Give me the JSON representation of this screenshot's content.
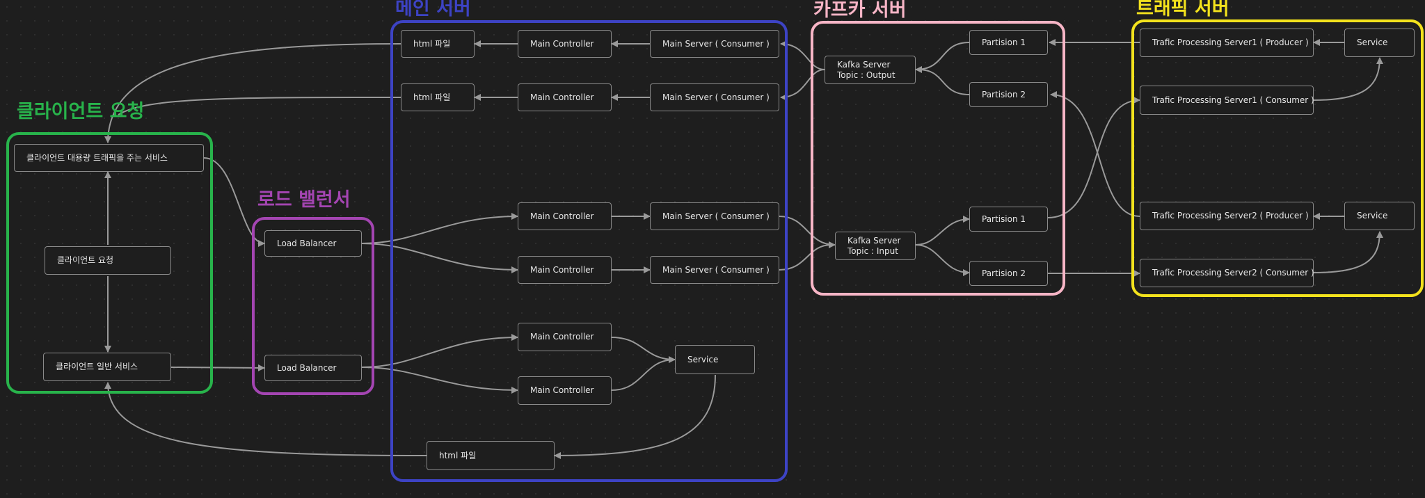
{
  "groups": {
    "client": {
      "title": "클라이언트 요청",
      "color": "#28b34b"
    },
    "lb": {
      "title": "로드 밸런서",
      "color": "#a445b2"
    },
    "main": {
      "title": "메인 서버",
      "color": "#3d43c4"
    },
    "kafka": {
      "title": "카프카 서버",
      "color": "#f7b5c6"
    },
    "traffic": {
      "title": "트래픽 서버",
      "color": "#f3e21d"
    }
  },
  "nodes": {
    "client_big": "클라이언트 대용량 트래픽을 주는 서비스",
    "client_req": "클라이언트 요청",
    "client_normal": "클라이언트 일반 서비스",
    "lb1": "Load Balancer",
    "lb2": "Load Balancer",
    "html1": "html 파일",
    "html2": "html 파일",
    "html3": "html 파일",
    "mc1": "Main Controller",
    "mc2": "Main Controller",
    "mc3": "Main Controller",
    "mc4": "Main Controller",
    "mc5": "Main Controller",
    "mc6": "Main Controller",
    "ms1": "Main Server ( Consumer )",
    "ms2": "Main Server ( Consumer )",
    "ms3": "Main Server ( Consumer )",
    "ms4": "Main Server ( Consumer )",
    "main_service": "Service",
    "kafka_out_line1": "Kafka Server",
    "kafka_out_line2": "Topic : Output",
    "kafka_in_line1": "Kafka Server",
    "kafka_in_line2": "Topic : Input",
    "p1a": "Partision 1",
    "p2a": "Partision 2",
    "p1b": "Partision 1",
    "p2b": "Partision 2",
    "tp1_prod": "Trafic Processing Server1 ( Producer )",
    "tp1_cons": "Trafic Processing Server1 ( Consumer )",
    "tp2_prod": "Trafic Processing Server2 ( Producer )",
    "tp2_cons": "Trafic Processing Server2 ( Consumer )",
    "svc1": "Service",
    "svc2": "Service"
  }
}
